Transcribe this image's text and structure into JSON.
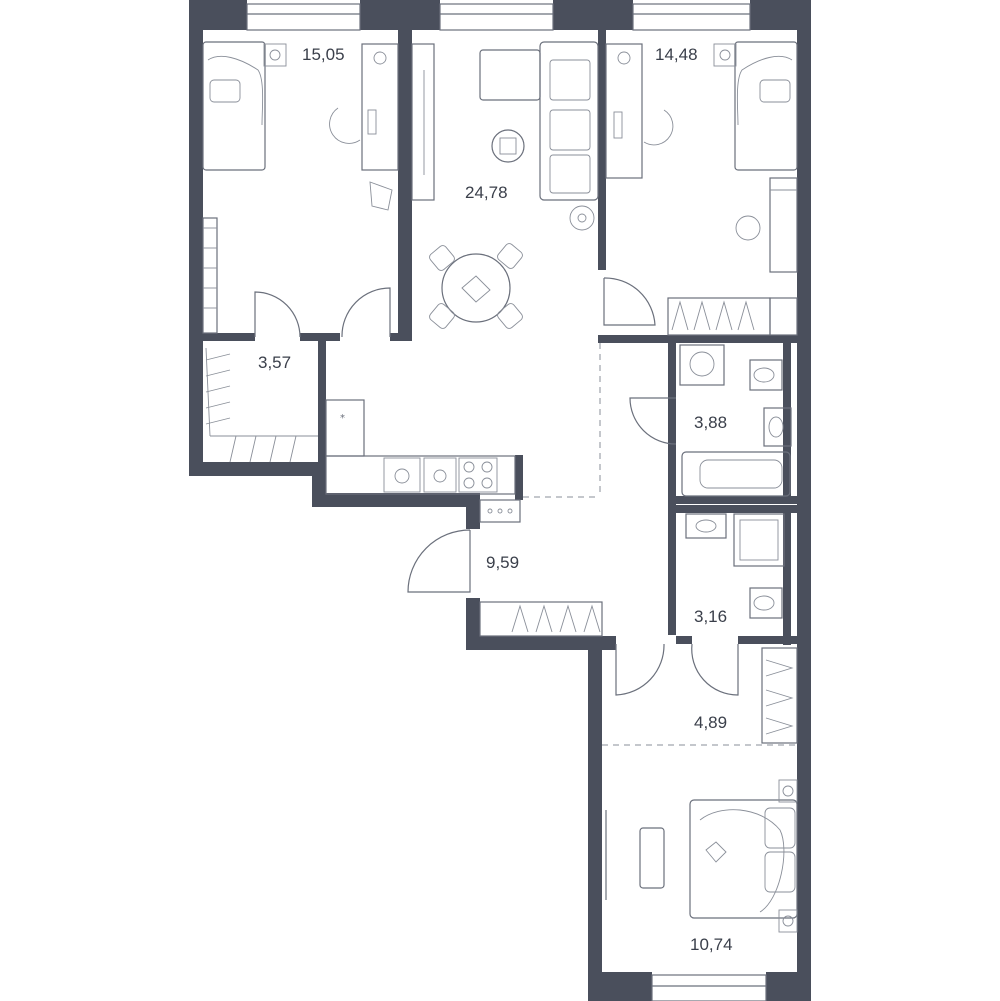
{
  "plan": {
    "wall_color": "#4a4f5c",
    "line_color": "#6b707c",
    "rooms": [
      {
        "id": "bedroom-northwest",
        "area": "15,05"
      },
      {
        "id": "living-kitchen",
        "area": "24,78"
      },
      {
        "id": "bedroom-northeast",
        "area": "14,48"
      },
      {
        "id": "wardrobe",
        "area": "3,57"
      },
      {
        "id": "bathroom",
        "area": "3,88"
      },
      {
        "id": "hallway",
        "area": "9,59"
      },
      {
        "id": "shower-room",
        "area": "3,16"
      },
      {
        "id": "corridor",
        "area": "4,89"
      },
      {
        "id": "bedroom-south",
        "area": "10,74"
      }
    ]
  }
}
